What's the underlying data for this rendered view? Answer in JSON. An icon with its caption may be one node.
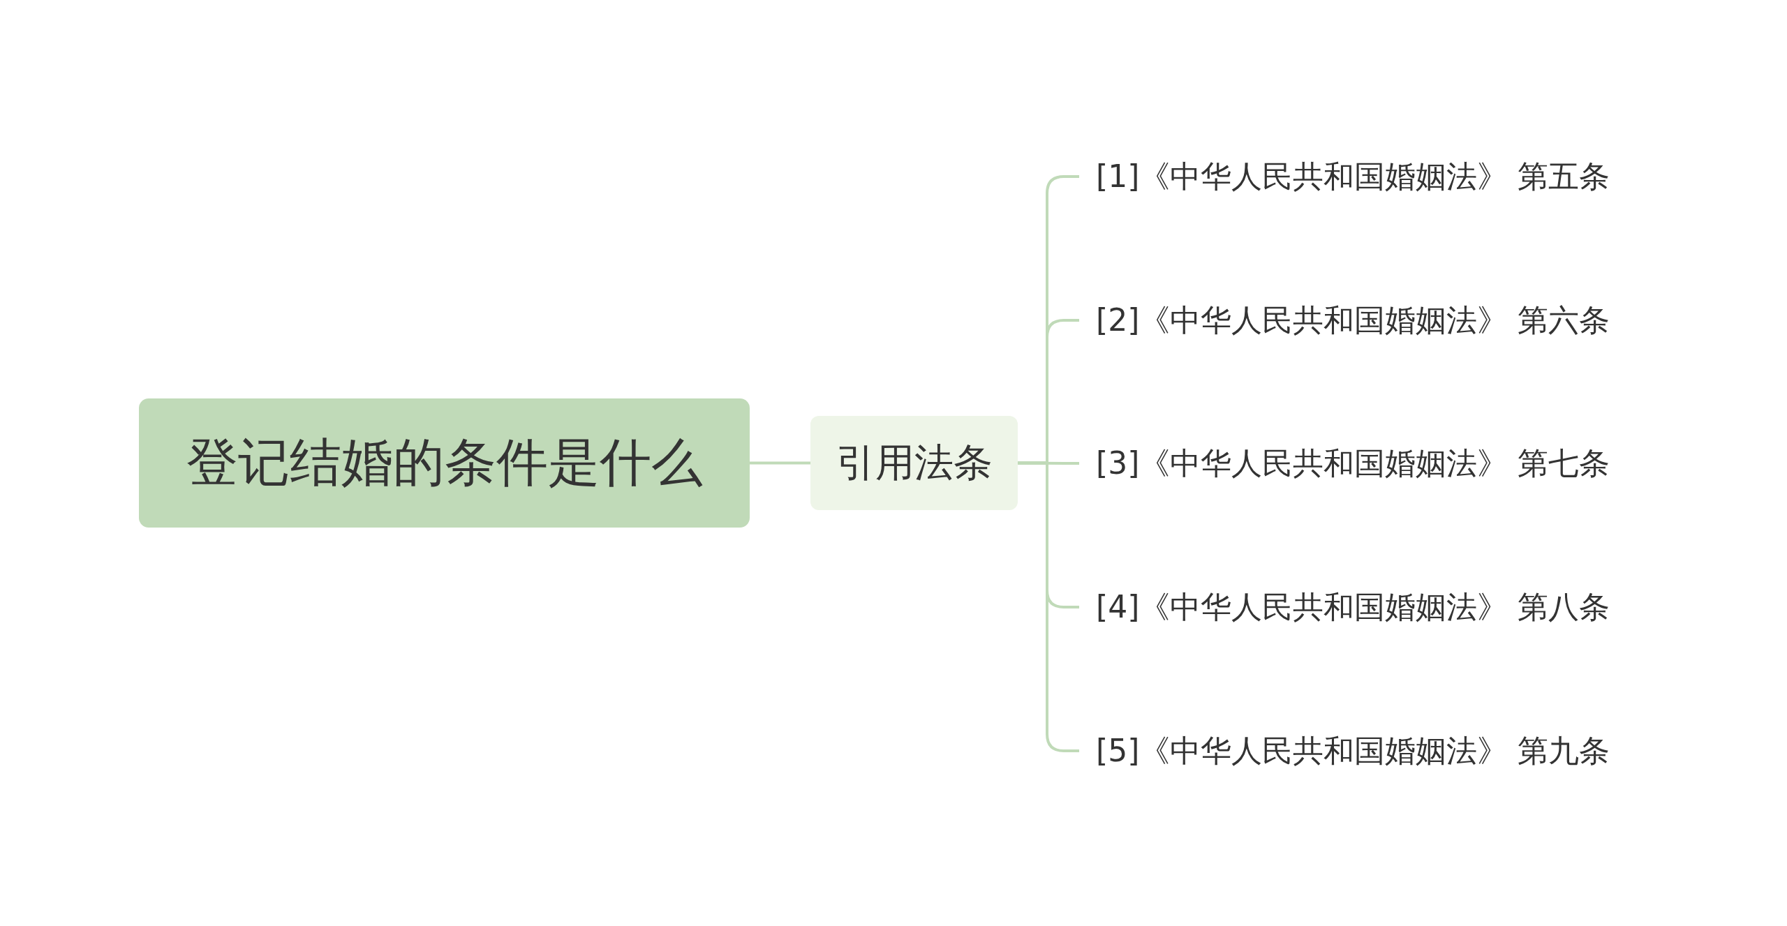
{
  "diagram": {
    "nodes": [
      {
        "text": [
          "登记结婚的条件是什么"
        ]
      },
      {
        "text": [
          "引用法条"
        ]
      },
      {
        "text": [
          "[1]《中华人民共和国婚姻法》 第五条"
        ]
      },
      {
        "text": [
          "[2]《中华人民共和国婚姻法》 第六条"
        ]
      },
      {
        "text": [
          "[3]《中华人民共和国婚姻法》 第七条"
        ]
      },
      {
        "text": [
          "[4]《中华人民共和国婚姻法》 第八条"
        ]
      },
      {
        "text": [
          "[5]《中华人民共和国婚姻法》 第九条"
        ]
      }
    ],
    "edges": [
      {
        "from": 0,
        "to": 1,
        "arrow": "none"
      },
      {
        "from": 1,
        "to": 2,
        "arrow": "none"
      },
      {
        "from": 1,
        "to": 3,
        "arrow": "none"
      },
      {
        "from": 1,
        "to": 4,
        "arrow": "none"
      },
      {
        "from": 1,
        "to": 5,
        "arrow": "none"
      },
      {
        "from": 1,
        "to": 6,
        "arrow": "none"
      }
    ]
  }
}
